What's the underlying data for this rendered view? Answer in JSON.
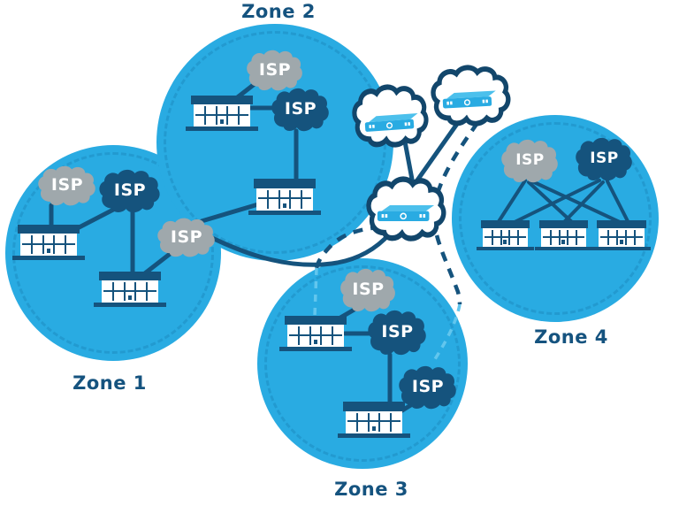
{
  "diagram": {
    "isp_label": "ISP",
    "zones": [
      {
        "label": "Zone 1",
        "building_count": 2,
        "isp_cloud_count": 3
      },
      {
        "label": "Zone 2",
        "building_count": 2,
        "isp_cloud_count": 2
      },
      {
        "label": "Zone 3",
        "building_count": 2,
        "isp_cloud_count": 3
      },
      {
        "label": "Zone 4",
        "building_count": 3,
        "isp_cloud_count": 2
      }
    ],
    "core": {
      "white_cloud_count": 3,
      "device": "router"
    },
    "colors": {
      "zone_fill": "#29abe2",
      "navy": "#15537d",
      "gray_cloud": "#9fa8ac",
      "white": "#ffffff",
      "router_blue": "#29abe2",
      "light_dash": "#62c6ee"
    },
    "connections": [
      {
        "from": "zone1-gray-isp-1",
        "to": "zone1-building-1",
        "style": "solid"
      },
      {
        "from": "zone1-dark-isp",
        "to": "zone1-building-1",
        "style": "solid"
      },
      {
        "from": "zone1-dark-isp",
        "to": "zone1-building-2",
        "style": "solid"
      },
      {
        "from": "zone1-gray-isp-2",
        "to": "zone1-building-2",
        "style": "solid"
      },
      {
        "from": "zone1-gray-isp-2",
        "to": "zone2-building-2",
        "style": "solid"
      },
      {
        "from": "zone1-gray-isp-2",
        "to": "core-cloud-bottom",
        "style": "solid"
      },
      {
        "from": "zone2-building-1",
        "to": "zone2-gray-isp",
        "style": "solid"
      },
      {
        "from": "zone2-building-1",
        "to": "zone2-dark-isp",
        "style": "solid"
      },
      {
        "from": "zone2-dark-isp",
        "to": "zone2-building-2",
        "style": "solid"
      },
      {
        "from": "core-cloud-top-left",
        "to": "core-cloud-bottom",
        "style": "solid"
      },
      {
        "from": "core-cloud-top-right",
        "to": "core-cloud-bottom",
        "style": "solid"
      },
      {
        "from": "core-cloud-top-right",
        "to": "zone3-dark-isp-2",
        "style": "dashed"
      },
      {
        "from": "core-cloud-bottom",
        "to": "zone3-building-1",
        "style": "dashed"
      },
      {
        "from": "zone3-building-1",
        "to": "zone3-gray-isp",
        "style": "solid"
      },
      {
        "from": "zone3-building-1",
        "to": "zone3-dark-isp-1",
        "style": "solid"
      },
      {
        "from": "zone3-dark-isp-1",
        "to": "zone3-building-2",
        "style": "solid"
      },
      {
        "from": "zone3-building-2",
        "to": "zone3-dark-isp-2",
        "style": "solid"
      },
      {
        "from": "zone4-gray-isp",
        "to": "zone4-building-1",
        "style": "solid"
      },
      {
        "from": "zone4-gray-isp",
        "to": "zone4-building-2",
        "style": "solid"
      },
      {
        "from": "zone4-gray-isp",
        "to": "zone4-building-3",
        "style": "solid"
      },
      {
        "from": "zone4-dark-isp",
        "to": "zone4-building-1",
        "style": "solid"
      },
      {
        "from": "zone4-dark-isp",
        "to": "zone4-building-2",
        "style": "solid"
      },
      {
        "from": "zone4-dark-isp",
        "to": "zone4-building-3",
        "style": "solid"
      }
    ]
  }
}
